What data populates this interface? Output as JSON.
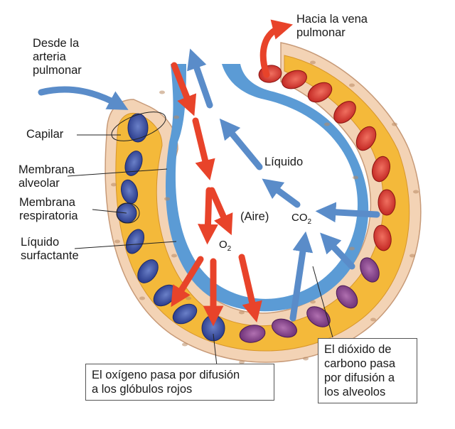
{
  "labels": {
    "from_artery": "Desde la\narteria\npulmonar",
    "to_vein": "Hacia la vena\npulmonar",
    "capillary": "Capilar",
    "alveolar_membrane": "Membrana\nalveolar",
    "respiratory_membrane": "Membrana\nrespiratoria",
    "surfactant": "Líquido\nsurfactante",
    "liquid": "Líquido",
    "air": "(Aire)",
    "co2": "CO",
    "co2_sub": "2",
    "o2": "O",
    "o2_sub": "2"
  },
  "callouts": {
    "oxygen": "El oxígeno pasa por difusión\na los glóbulos rojos",
    "co2": "El dióxido de\ncarbono pasa\npor difusión a\nlos alveolos"
  },
  "colors": {
    "o2_arrow": "#e8432a",
    "co2_arrow": "#5a8cc9",
    "blood": "#f4b93a",
    "tissue": "#f3d3b5",
    "alveolar_fluid": "#5b9bd5",
    "oxygenated_cell": "#d9322e",
    "deoxygenated_cell": "#34479a",
    "mixed_cell": "#8a3f8f"
  }
}
